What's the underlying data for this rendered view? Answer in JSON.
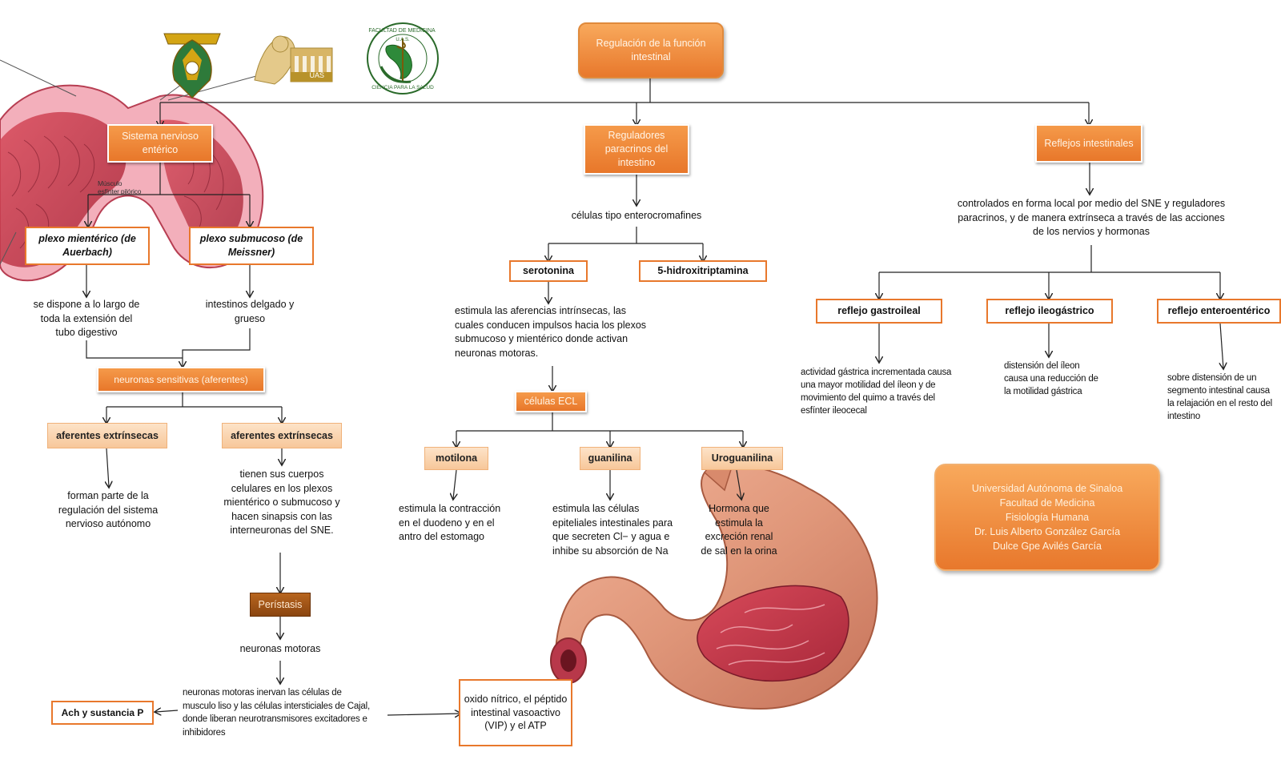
{
  "title": "Regulación de la función intestinal",
  "logos": {
    "faculty_seal_top": "FACULTAD DE MEDICINA",
    "faculty_seal_mid": "U.A.S.",
    "faculty_seal_bottom": "CIENCIA PARA LA SALUD",
    "uas_label": "UAS"
  },
  "illustration_labels": {
    "sphincter": "Músculo esfínter pilórico"
  },
  "left_branch": {
    "header": "Sistema nervioso entérico",
    "plexo_mienterico": "plexo mientérico (de Auerbach)",
    "plexo_submucoso": "plexo submucoso (de Meissner)",
    "mienterico_desc": "se dispone a lo largo de toda la extensión del tubo digestivo",
    "submucoso_desc": "intestinos delgado y grueso",
    "neuronas_sensitivas": "neuronas sensitivas (aferentes)",
    "aferentes_1": "aferentes extrínsecas",
    "aferentes_2": "aferentes extrínsecas",
    "aferentes_1_desc": "forman parte de la regulación del sistema nervioso autónomo",
    "aferentes_2_desc": "tienen sus cuerpos celulares en los plexos mientérico o submucoso y hacen sinapsis con las interneuronas del SNE.",
    "peristasis": "Perístasis",
    "neuronas_motoras": "neuronas motoras",
    "motoras_desc": "neuronas motoras inervan las células de musculo liso y las células intersticiales de Cajal, donde liberan neurotransmisores excitadores e inhibidores",
    "ach": "Ach y sustancia P",
    "oxido": "oxido nítrico, el péptido intestinal vasoactivo (VIP) y el ATP"
  },
  "middle_branch": {
    "header": "Reguladores paracrinos del intestino",
    "celulas": "células tipo enterocromafines",
    "serotonina": "serotonina",
    "hidroxi": "5-hidroxitriptamina",
    "serotonina_desc": "estimula las aferencias intrínsecas, las cuales conducen impulsos hacia los plexos submucoso y mientérico donde activan neuronas motoras.",
    "ecl": "células ECL",
    "motilona": "motilona",
    "guanilina": "guanilina",
    "uroguanilina": "Uroguanilina",
    "motilona_desc": "estimula la contracción en el duodeno y en el antro del estomago",
    "guanilina_desc": "estimula las células epiteliales intestinales para que secreten Cl− y agua e inhibe su absorción de Na",
    "uroguanilina_desc": "Hormona que estimula la excreción renal de sal en la orina"
  },
  "right_branch": {
    "header": "Reflejos intestinales",
    "desc": "controlados en forma local por medio del SNE y reguladores paracrinos, y de manera extrínseca a través de las acciones de los nervios y hormonas",
    "gastroileal": "reflejo gastroileal",
    "ileogastrico": "reflejo ileogástrico",
    "enteroenterico": "reflejo enteroentérico",
    "gastroileal_desc": "actividad gástrica incrementada causa una mayor motilidad del íleon y de movimiento del quimo a través del esfínter ileocecal",
    "ileogastrico_desc": "distensión del íleon causa una reducción de la motilidad gástrica",
    "enteroenterico_desc": "sobre distensión de un segmento intestinal causa la relajación en el resto del intestino"
  },
  "credits": {
    "line1": "Universidad Autónoma de Sinaloa",
    "line2": "Facultad de Medicina",
    "line3": "Fisiología Humana",
    "line4": "Dr. Luis Alberto González García",
    "line5": "Dulce Gpe Avilés García"
  },
  "colors": {
    "accent_orange": "#e8782c",
    "box_pale": "#fde3c8",
    "peristasis_brown": "#8a4510",
    "intestine_red": "#c4364a",
    "stomach_tan": "#e0977a"
  }
}
